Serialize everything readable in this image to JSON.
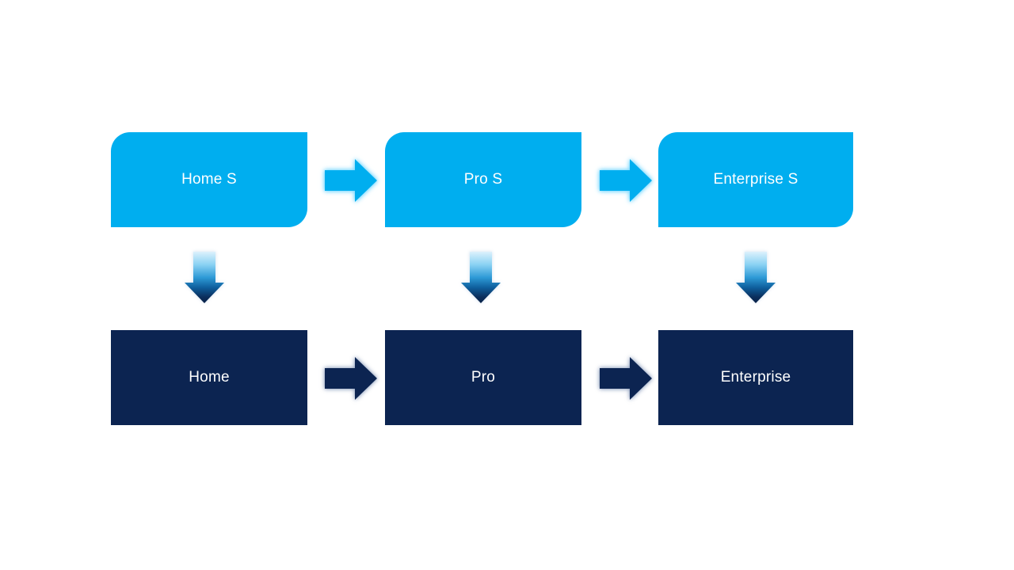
{
  "slide": {
    "background": "#FFFFFF",
    "columns": [
      {
        "top_label": "Home S",
        "bottom_label": "Home"
      },
      {
        "top_label": "Pro S",
        "bottom_label": "Pro"
      },
      {
        "top_label": "Enterprise S",
        "bottom_label": "Enterprise"
      }
    ],
    "colors": {
      "top_box_fill": "#00AEEF",
      "bottom_box_fill": "#0C2451",
      "label_text": "#FFFFFF",
      "right_arrow_light": "#00AEEF",
      "right_arrow_dark": "#0C2451",
      "down_arrow_gradient": [
        "#DCF1FC",
        "#8AD2F3",
        "#2E9AD6",
        "#0E5E9C",
        "#0B2E5C",
        "#0A2248"
      ]
    }
  }
}
